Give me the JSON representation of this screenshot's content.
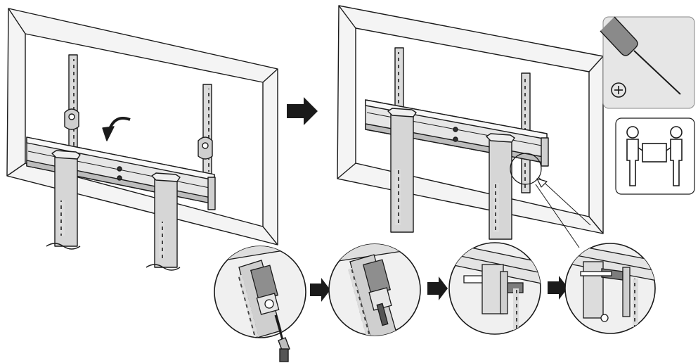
{
  "figure": {
    "steps": [
      {
        "id": "step-1",
        "action": "lower-bracket-onto-arms"
      },
      {
        "id": "step-2",
        "action": "bracket-attached"
      }
    ],
    "detail_views": [
      {
        "id": "detail-1",
        "action": "insert-and-tighten-screw"
      },
      {
        "id": "detail-2",
        "action": "screw-tightened"
      },
      {
        "id": "detail-3",
        "action": "safety-latch-open"
      },
      {
        "id": "detail-4",
        "action": "safety-latch-closed"
      }
    ],
    "tools": [
      {
        "id": "tool-screwdriver",
        "icon": "phillips-screwdriver-icon",
        "symbol": "⊕"
      },
      {
        "id": "tool-two-person",
        "icon": "two-person-lift-icon"
      }
    ],
    "colors": {
      "line": "#1a1a1a",
      "fill_light": "#f2f2f2",
      "fill_mid": "#d9d9d9",
      "fill_dark": "#9a9a9a",
      "tool_panel": "#e6e6e6"
    }
  }
}
